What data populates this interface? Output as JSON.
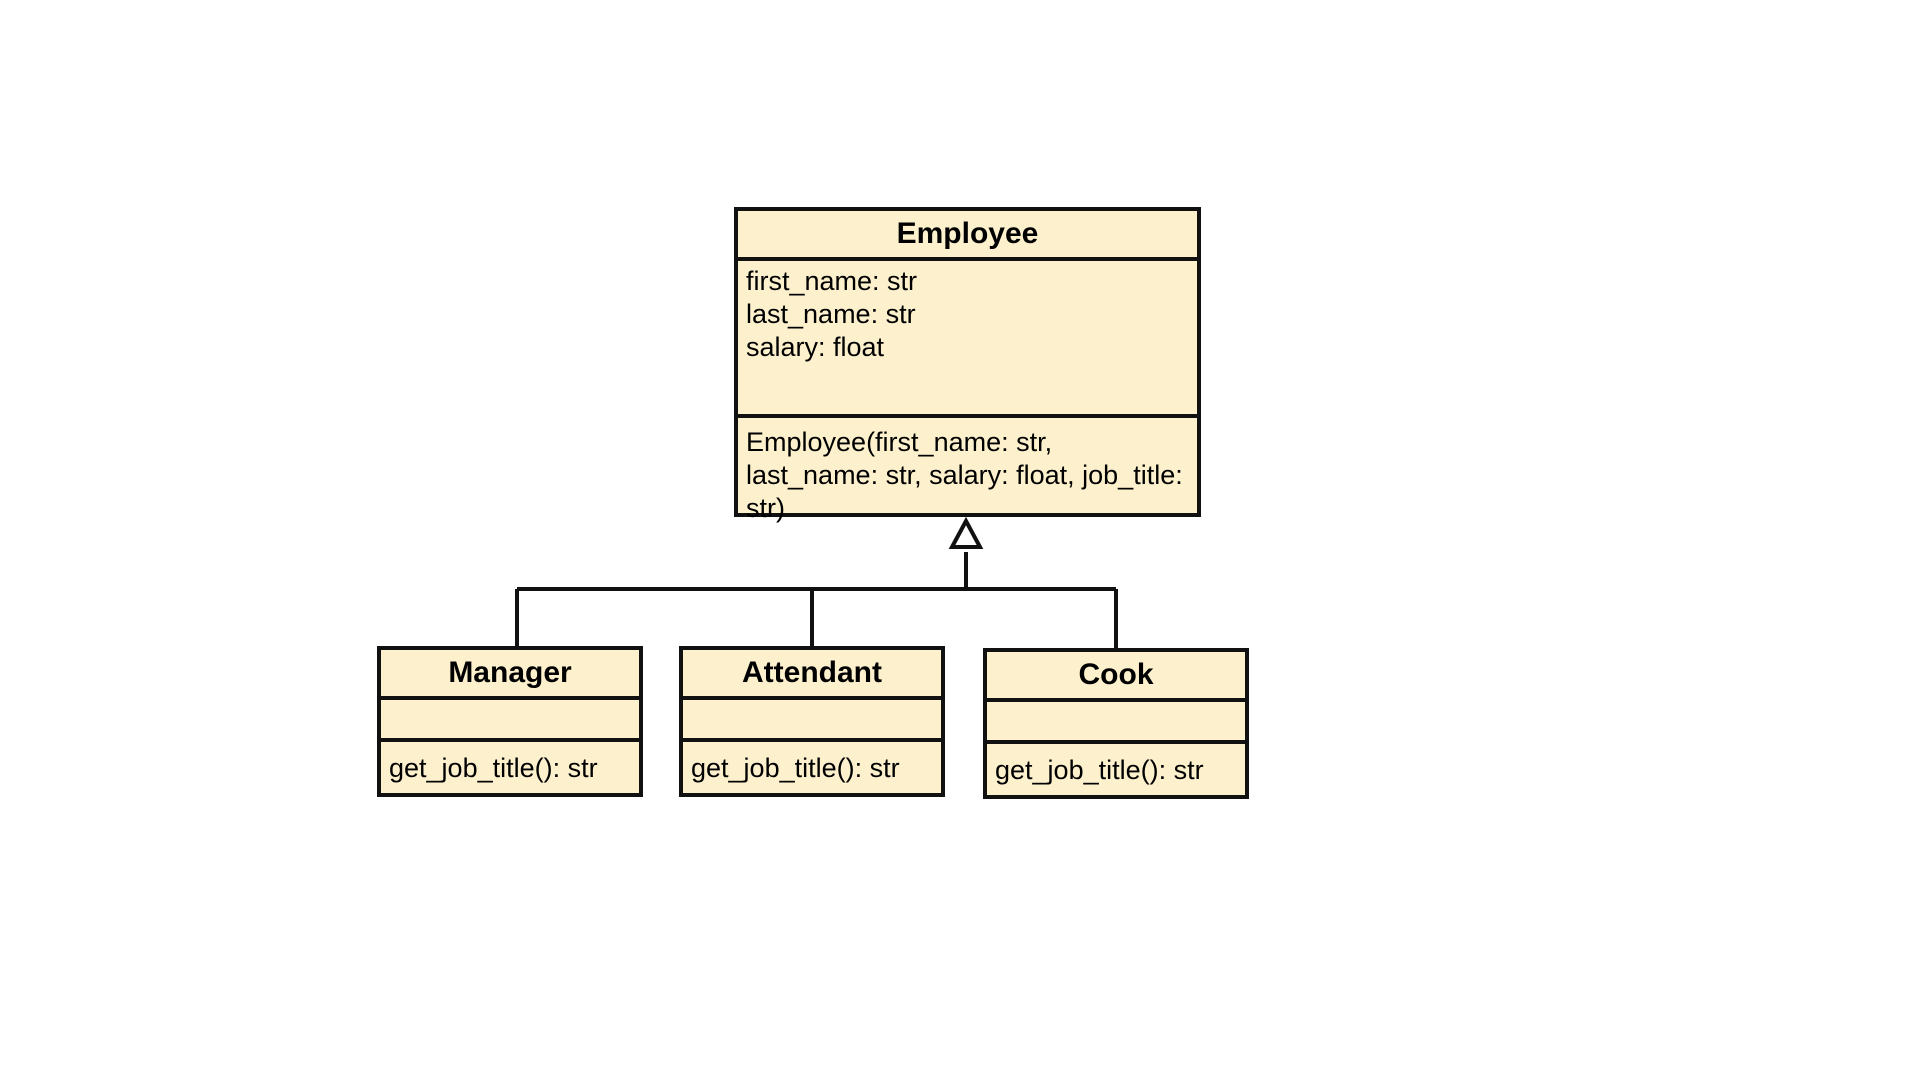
{
  "diagram": {
    "type": "uml-class-diagram",
    "colors": {
      "class_fill": "#fdf0cc",
      "border": "#111111",
      "background": "#ffffff"
    },
    "classes": {
      "employee": {
        "name": "Employee",
        "attributes": [
          "first_name: str",
          "last_name: str",
          "salary: float"
        ],
        "operations": [
          "Employee(first_name: str, last_name: str, salary: float, job_title: str)"
        ]
      },
      "manager": {
        "name": "Manager",
        "attributes": [],
        "operations": [
          "get_job_title(): str"
        ]
      },
      "attendant": {
        "name": "Attendant",
        "attributes": [],
        "operations": [
          "get_job_title(): str"
        ]
      },
      "cook": {
        "name": "Cook",
        "attributes": [],
        "operations": [
          "get_job_title(): str"
        ]
      }
    },
    "relationships": [
      {
        "type": "generalization",
        "from": "Manager",
        "to": "Employee"
      },
      {
        "type": "generalization",
        "from": "Attendant",
        "to": "Employee"
      },
      {
        "type": "generalization",
        "from": "Cook",
        "to": "Employee"
      }
    ]
  }
}
